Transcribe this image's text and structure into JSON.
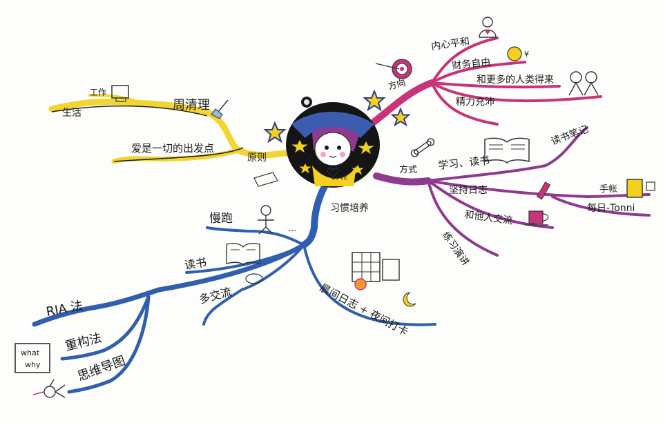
{
  "center": {
    "badge": "LOVE"
  },
  "branches": {
    "principle": {
      "label": "原则",
      "items": {
        "weekly": "周清理",
        "love": "爱是一切的出发点",
        "work": "工作",
        "life": "生活"
      }
    },
    "direction": {
      "label": "方向",
      "items": {
        "peace": "内心平和",
        "money": "财务自由",
        "people": "和更多的人类得来",
        "energy": "精力充沛"
      }
    },
    "method": {
      "label": "方式",
      "items": {
        "study": "学习、读书",
        "notes": "读书笔记",
        "diary": "坚持日志",
        "planner": "手帐",
        "daily": "每日-Tonni",
        "share": "和他人交流",
        "practice": "练习演讲"
      }
    },
    "habit": {
      "label": "习惯培养",
      "items": {
        "run": "慢跑",
        "read": "读书",
        "talk": "多交流",
        "journal": "晨间日志 + 夜间打卡",
        "ria": "RIA 法",
        "rebuild": "重构法",
        "mindmap": "思维导图"
      }
    }
  },
  "doodle_text": {
    "what": "what",
    "why": "why",
    "yuan": "¥",
    "run_dots": "..."
  },
  "colors": {
    "principle": "#f2d531",
    "direction": "#c8337a",
    "method": "#8e3a8f",
    "habit": "#2f5fae"
  }
}
